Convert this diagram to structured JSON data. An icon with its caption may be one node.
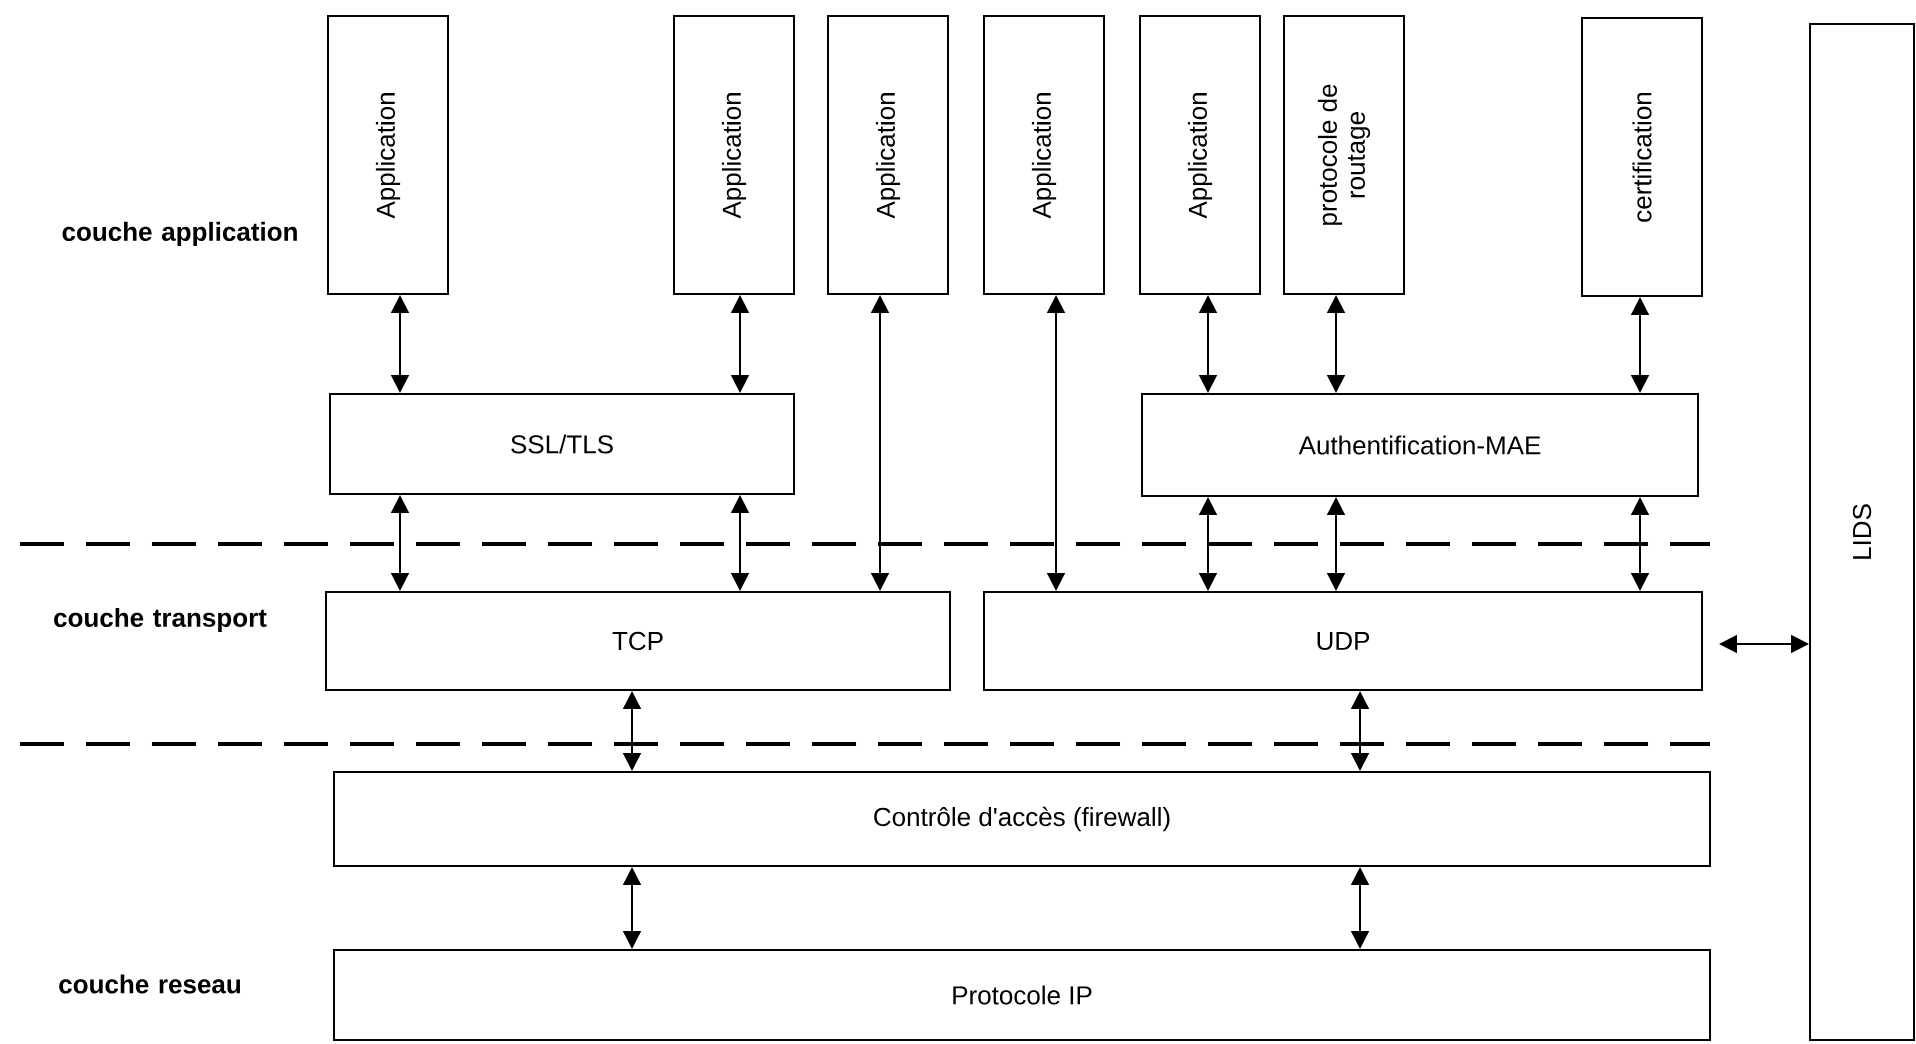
{
  "diagram": {
    "nodes": [
      {
        "text": [
          "Application"
        ]
      },
      {
        "text": [
          "Application"
        ]
      },
      {
        "text": [
          "Application"
        ]
      },
      {
        "text": [
          "Application"
        ]
      },
      {
        "text": [
          "Application"
        ]
      },
      {
        "text": [
          "protocole de routage"
        ]
      },
      {
        "text": [
          "certification"
        ]
      },
      {
        "text": [
          "SSL/TLS"
        ]
      },
      {
        "text": [
          "Authentification-MAE"
        ]
      },
      {
        "text": [
          "TCP"
        ]
      },
      {
        "text": [
          "UDP"
        ]
      },
      {
        "text": [
          "Contrôle d'accès (firewall)"
        ]
      },
      {
        "text": [
          "Protocole IP"
        ]
      },
      {
        "text": [
          "LIDS"
        ]
      }
    ],
    "edges": [
      {
        "from": 0,
        "to": 7,
        "arrow": "both"
      },
      {
        "from": 1,
        "to": 7,
        "arrow": "both"
      },
      {
        "from": 2,
        "to": 9,
        "arrow": "both"
      },
      {
        "from": 3,
        "to": 10,
        "arrow": "both"
      },
      {
        "from": 4,
        "to": 8,
        "arrow": "both"
      },
      {
        "from": 5,
        "to": 8,
        "arrow": "both"
      },
      {
        "from": 6,
        "to": 8,
        "arrow": "both"
      },
      {
        "from": 7,
        "to": 9,
        "arrow": "both"
      },
      {
        "from": 7,
        "to": 9,
        "arrow": "both"
      },
      {
        "from": 8,
        "to": 10,
        "arrow": "both"
      },
      {
        "from": 8,
        "to": 10,
        "arrow": "both"
      },
      {
        "from": 8,
        "to": 10,
        "arrow": "both"
      },
      {
        "from": 9,
        "to": 11,
        "arrow": "both"
      },
      {
        "from": 10,
        "to": 11,
        "arrow": "both"
      },
      {
        "from": 11,
        "to": 12,
        "arrow": "both"
      },
      {
        "from": 11,
        "to": 12,
        "arrow": "both"
      },
      {
        "from": 10,
        "to": 13,
        "arrow": "both"
      }
    ],
    "labels": [
      "couche application",
      "couche transport",
      "couche reseau"
    ]
  }
}
